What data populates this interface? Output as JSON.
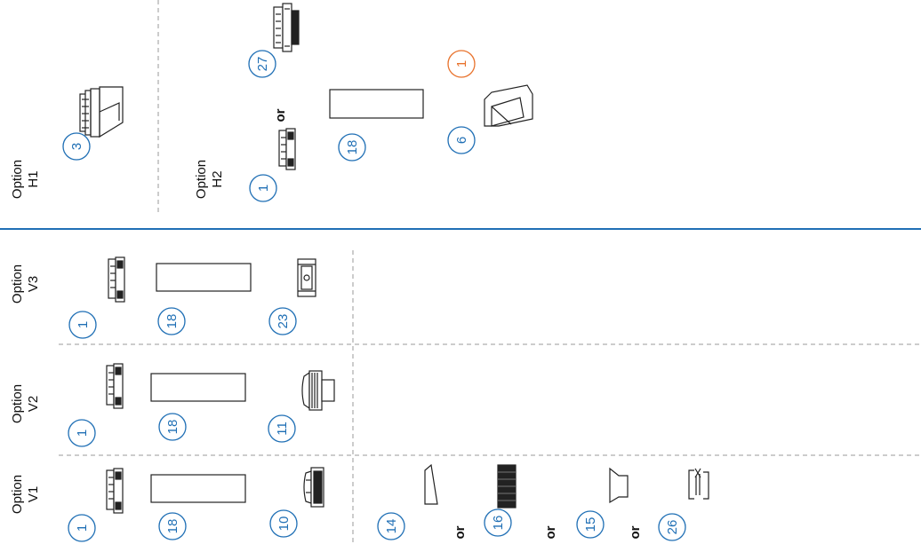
{
  "options": {
    "h1": [
      "Option",
      "H1"
    ],
    "h2": [
      "Option",
      "H2"
    ],
    "v3": [
      "Option",
      "V3"
    ],
    "v2": [
      "Option",
      "V2"
    ],
    "v1": [
      "Option",
      "V1"
    ]
  },
  "callouts": {
    "h1_3": "3",
    "h2_27": "27",
    "h2_1_orange": "1",
    "h2_6": "6",
    "h2_18": "18",
    "h2_1": "1",
    "v3_1": "1",
    "v3_18": "18",
    "v3_23": "23",
    "v2_1": "1",
    "v2_18": "18",
    "v2_11": "11",
    "v1_1": "1",
    "v1_18": "18",
    "v1_10": "10",
    "v1_14": "14",
    "v1_16": "16",
    "v1_15": "15",
    "v1_26": "26"
  },
  "or_label": "or",
  "colors": {
    "callout": "#1f6fb5",
    "callout_highlight": "#e8722c",
    "divider_main": "#1f6fb5",
    "divider_dashed": "#9a9a9a",
    "line_art": "#222222"
  }
}
